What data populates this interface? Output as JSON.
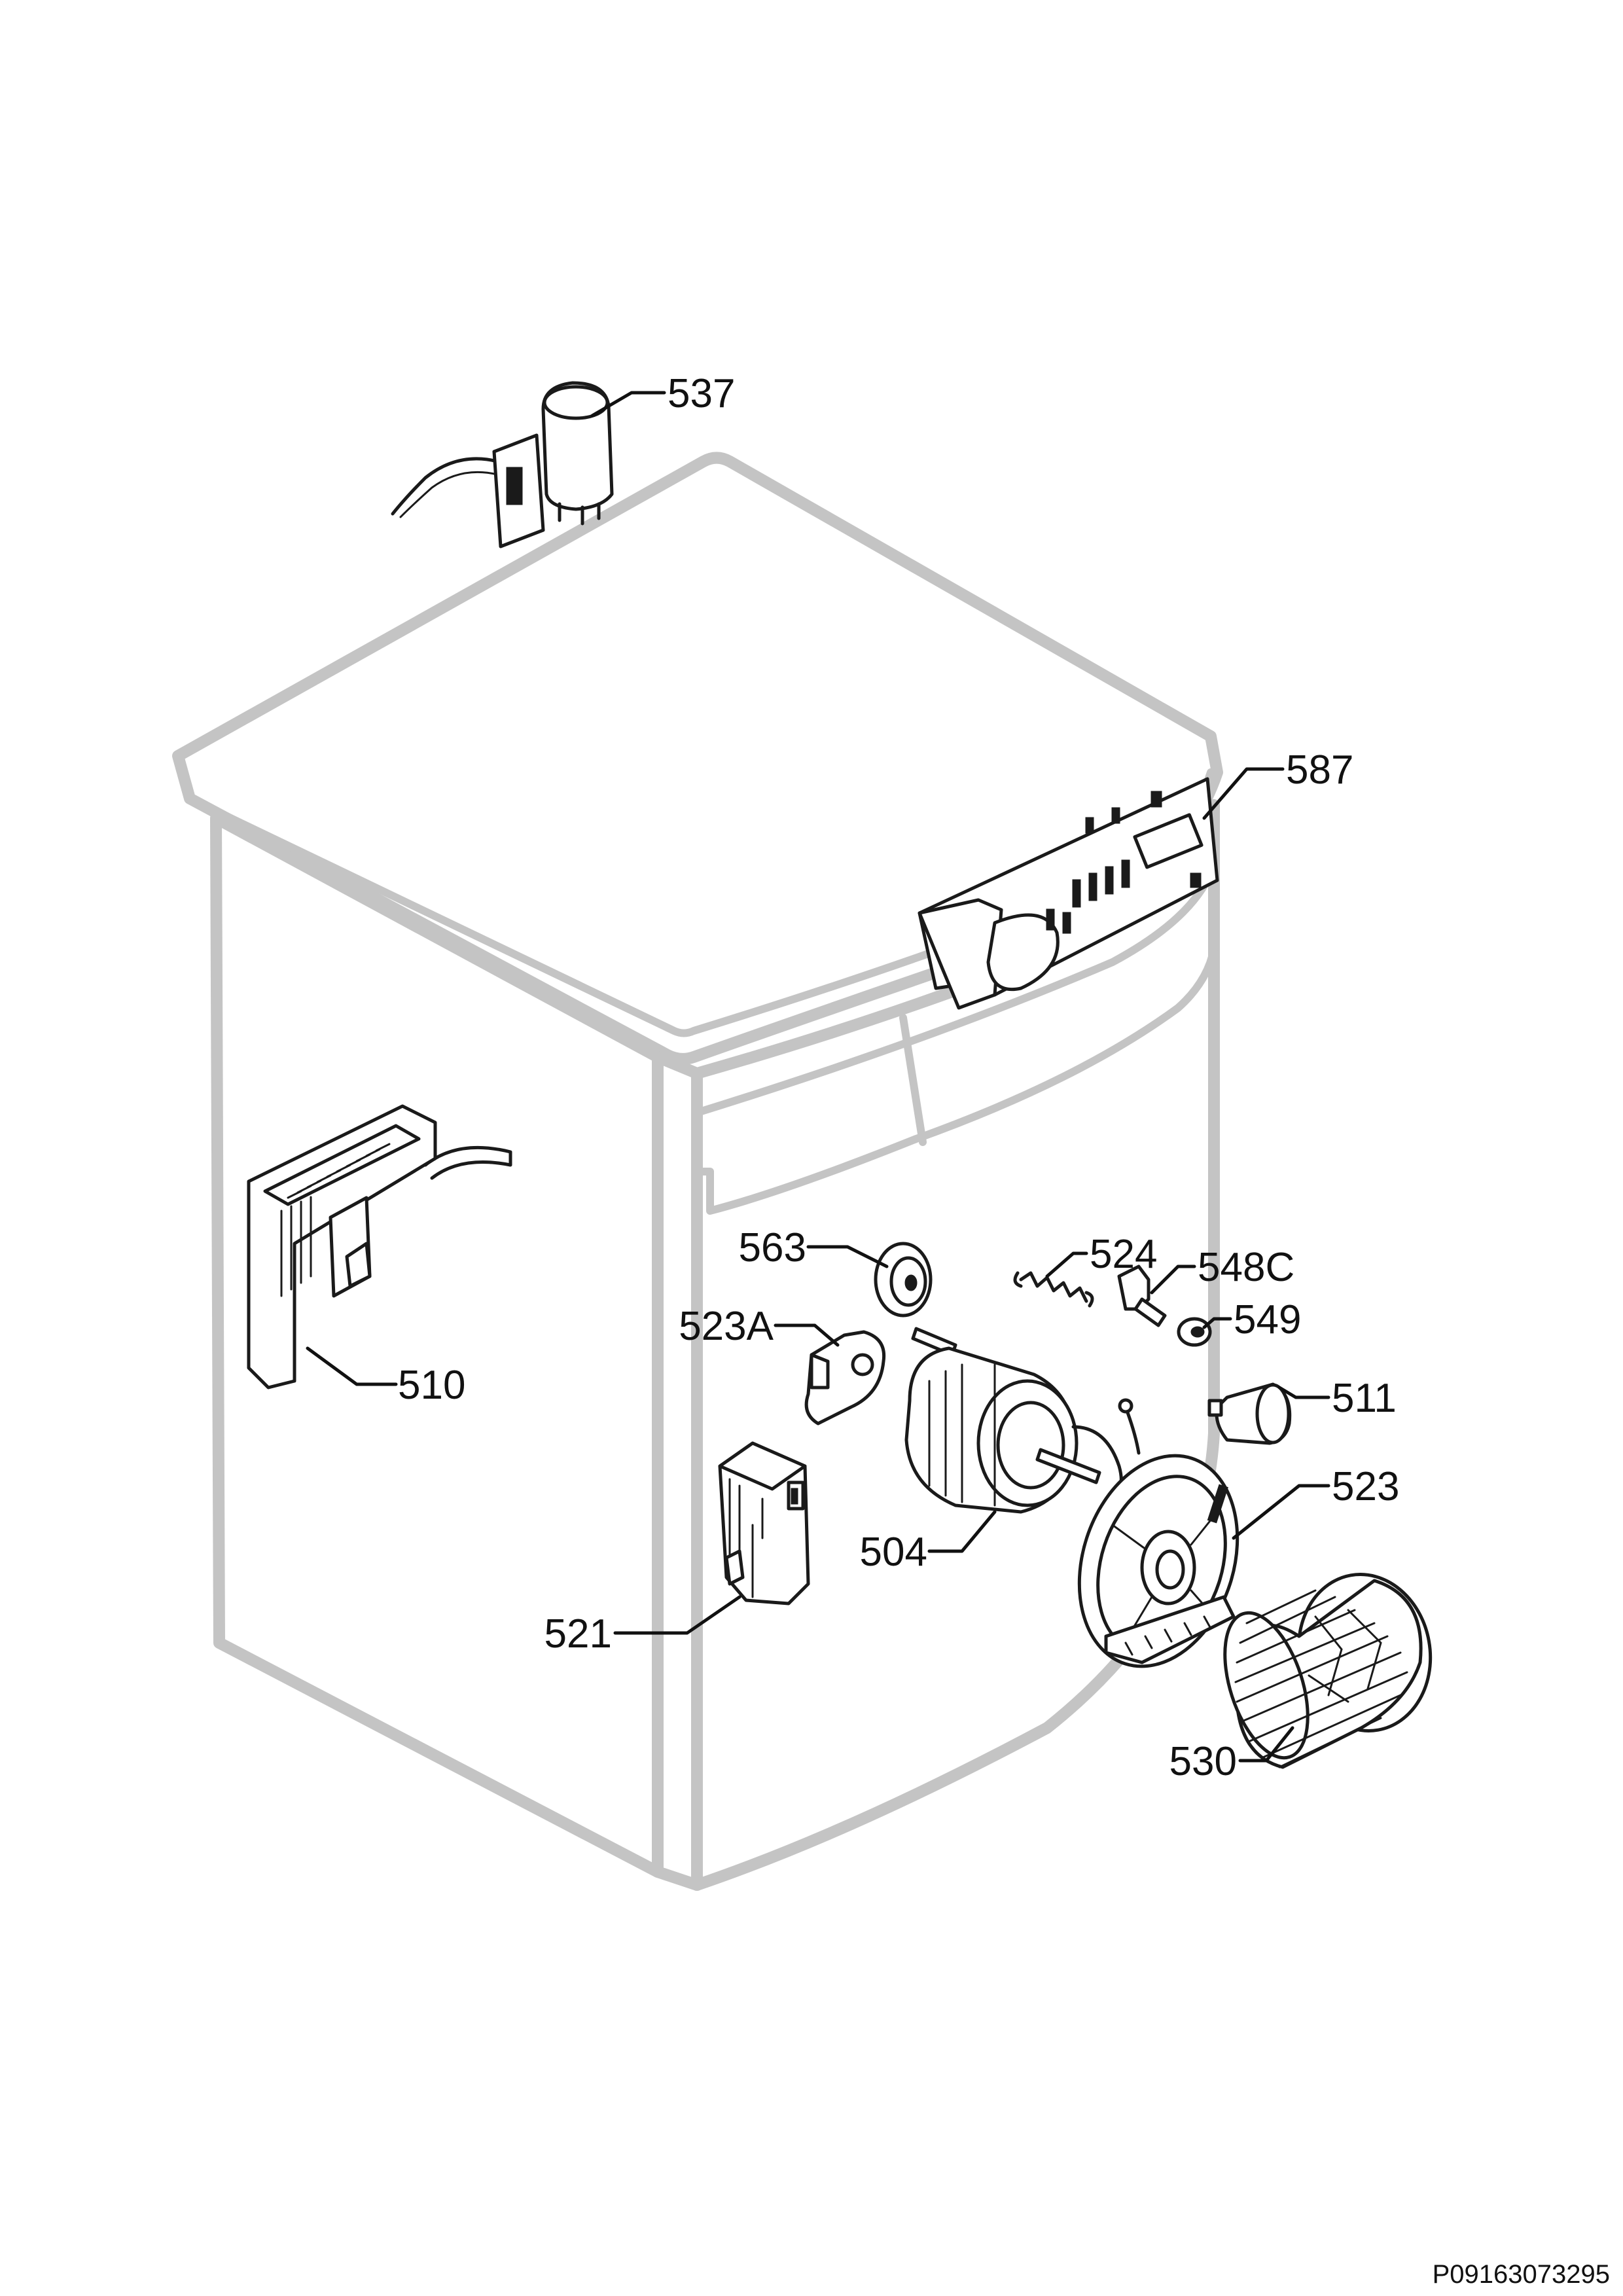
{
  "colors": {
    "cabinet_outline": "#c4c4c4",
    "cabinet_fill": "#f4f4f4",
    "linework": "#1a1a1a",
    "background": "#ffffff"
  },
  "callouts": {
    "c537": "537",
    "c587": "587",
    "c510": "510",
    "c563": "563",
    "c524": "524",
    "c548c": "548C",
    "c549": "549",
    "c523a": "523A",
    "c511": "511",
    "c523": "523",
    "c504": "504",
    "c521": "521",
    "c530": "530"
  },
  "document": {
    "code": "P09163073295"
  }
}
